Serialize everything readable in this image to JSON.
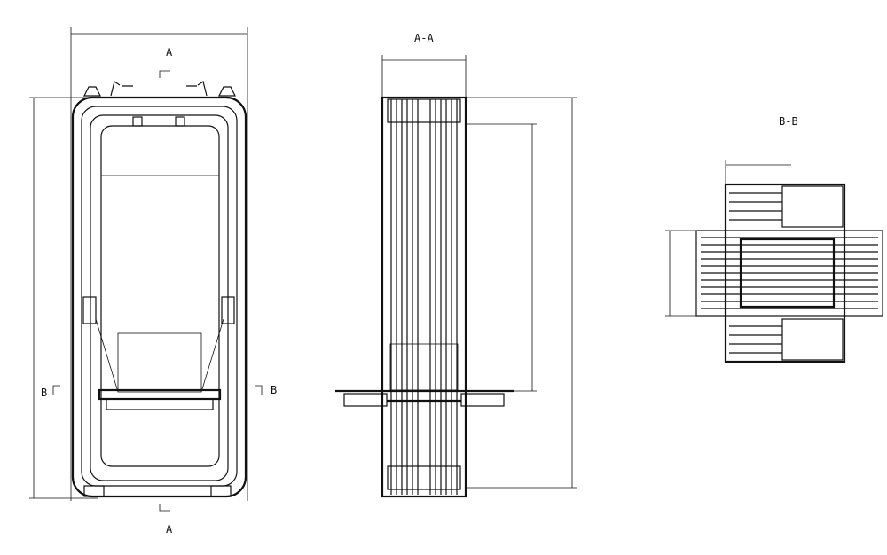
{
  "drawing": {
    "front_view": {
      "section_mark_top": "A",
      "section_mark_bottom": "A",
      "section_mark_left": "B",
      "section_mark_right": "B"
    },
    "side_section": {
      "title": "A-A"
    },
    "plan_section": {
      "title": "B-B"
    }
  }
}
